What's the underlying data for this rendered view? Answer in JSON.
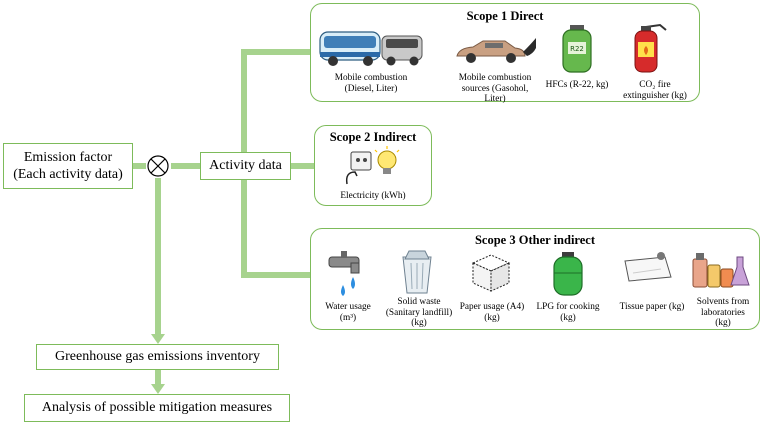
{
  "emission_factor": {
    "line1": "Emission factor",
    "line2": "(Each activity data)"
  },
  "activity_data": "Activity data",
  "ghg_inventory": "Greenhouse gas emissions inventory",
  "mitigation": "Analysis of possible mitigation measures",
  "scope1": {
    "title": "Scope 1 Direct",
    "items": [
      {
        "icon": "bus-van-icon",
        "line1": "Mobile combustion",
        "line2": "(Diesel, Liter)",
        "line3": ""
      },
      {
        "icon": "car-icon",
        "line1": "Mobile combustion",
        "line2": "sources (Gasohol,",
        "line3": "Liter)"
      },
      {
        "icon": "refrigerant-tank-icon",
        "line1": "HFCs (R-22, kg)",
        "line2": "",
        "line3": ""
      },
      {
        "icon": "fire-extinguisher-icon",
        "line1": "CO₂ fire",
        "line2": "extinguisher (kg)",
        "line3": ""
      }
    ]
  },
  "scope2": {
    "title": "Scope 2 Indirect",
    "items": [
      {
        "icon": "electricity-plug-bulb-icon",
        "line1": "Electricity (kWh)"
      }
    ]
  },
  "scope3": {
    "title": "Scope 3 Other indirect",
    "items": [
      {
        "icon": "water-tap-icon",
        "line1": "Water usage",
        "line2": "(m³)",
        "line3": ""
      },
      {
        "icon": "waste-bin-icon",
        "line1": "Solid waste",
        "line2": "(Sanitary landfill)",
        "line3": "(kg)"
      },
      {
        "icon": "paper-stack-icon",
        "line1": "Paper usage (A4)",
        "line2": "(kg)",
        "line3": ""
      },
      {
        "icon": "lpg-tank-icon",
        "line1": "LPG for cooking",
        "line2": "(kg)",
        "line3": ""
      },
      {
        "icon": "tissue-roll-icon",
        "line1": "Tissue paper (kg)",
        "line2": "",
        "line3": ""
      },
      {
        "icon": "lab-solvents-icon",
        "line1": "Solvents from",
        "line2": "laboratories",
        "line3": "(kg)"
      }
    ]
  },
  "colors": {
    "connector": "#9fcf85",
    "border": "#7dbb5a"
  }
}
